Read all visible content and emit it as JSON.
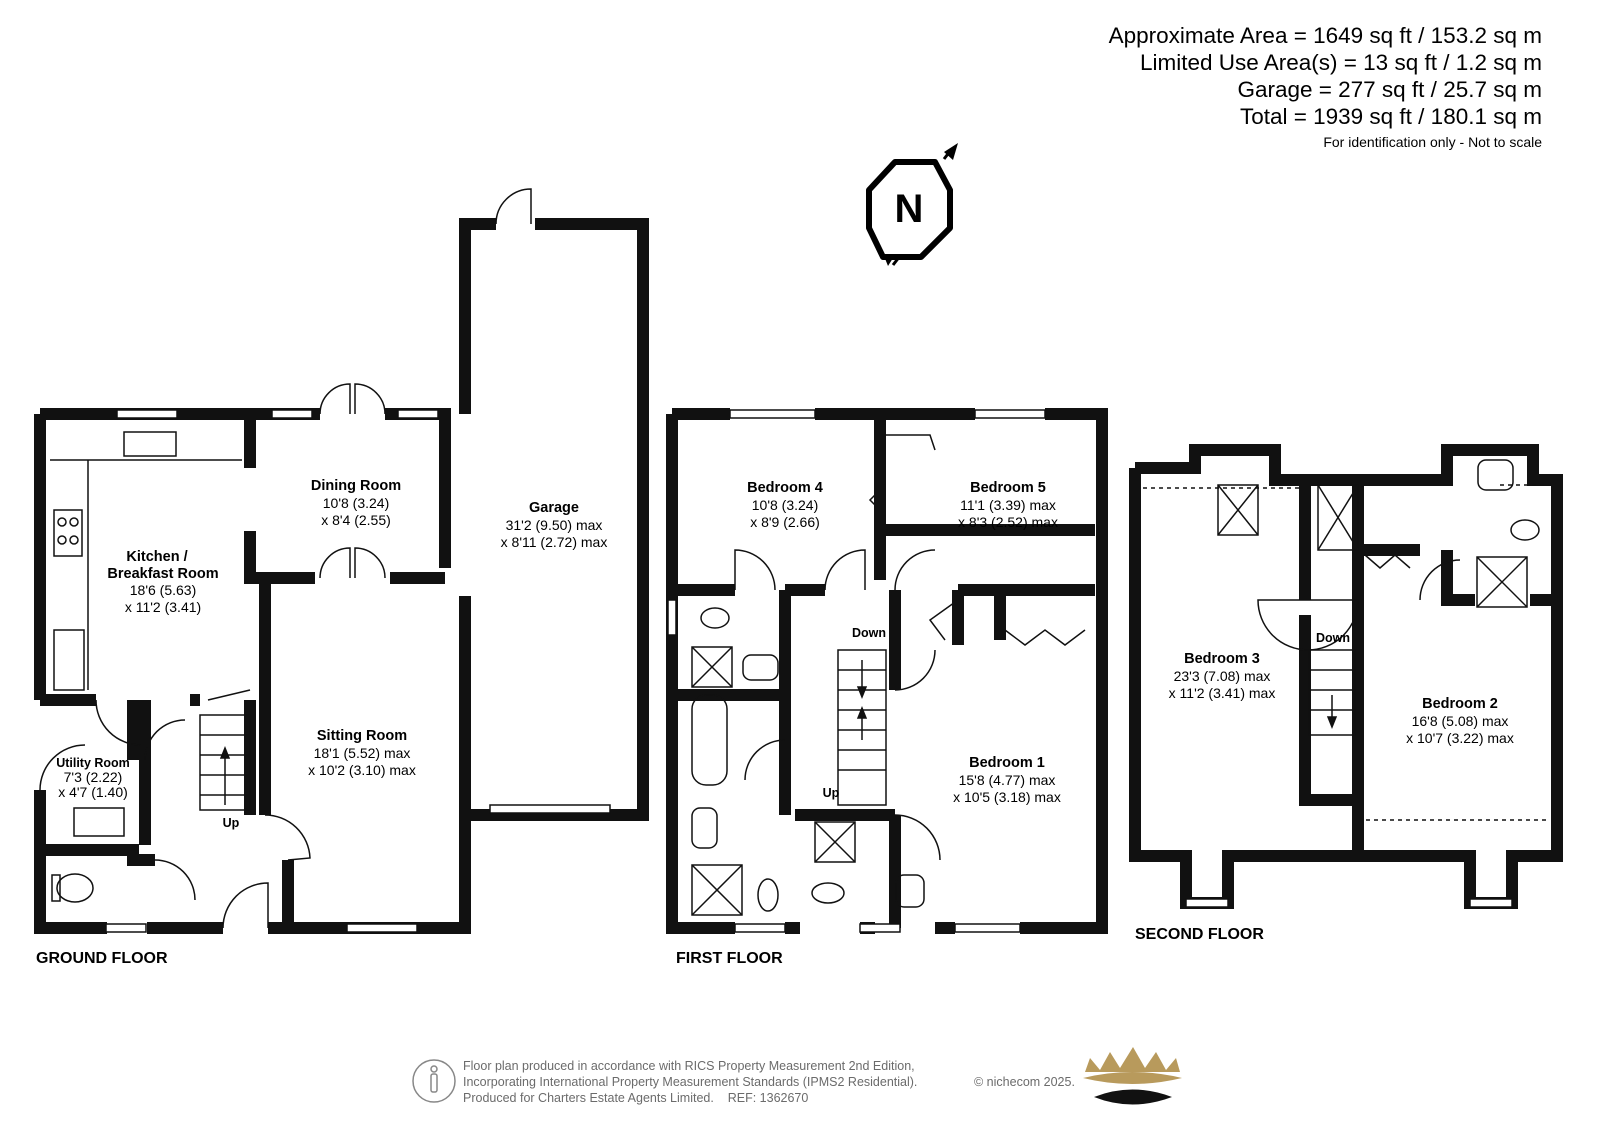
{
  "summary": {
    "lines": [
      "Approximate Area = 1649 sq ft / 153.2 sq m",
      "Limited Use Area(s) = 13 sq ft / 1.2 sq m",
      "Garage = 277 sq ft / 25.7 sq m",
      "Total = 1939 sq ft / 180.1 sq m"
    ],
    "note": "For identification only - Not to scale"
  },
  "compass": {
    "letter": "N"
  },
  "floors": {
    "ground": "GROUND FLOOR",
    "first": "FIRST FLOOR",
    "second": "SECOND FLOOR"
  },
  "rooms": {
    "kitchen": {
      "name1": "Kitchen /",
      "name2": "Breakfast Room",
      "dim1": "18'6 (5.63)",
      "dim2": "x 11'2 (3.41)"
    },
    "dining": {
      "name": "Dining Room",
      "dim1": "10'8 (3.24)",
      "dim2": "x 8'4 (2.55)"
    },
    "garage": {
      "name": "Garage",
      "dim1": "31'2 (9.50) max",
      "dim2": "x 8'11 (2.72) max"
    },
    "sitting": {
      "name": "Sitting Room",
      "dim1": "18'1 (5.52) max",
      "dim2": "x 10'2 (3.10) max"
    },
    "utility": {
      "name": "Utility Room",
      "dim1": "7'3 (2.22)",
      "dim2": "x 4'7 (1.40)"
    },
    "bed4": {
      "name": "Bedroom 4",
      "dim1": "10'8 (3.24)",
      "dim2": "x 8'9 (2.66)"
    },
    "bed5": {
      "name": "Bedroom 5",
      "dim1": "11'1 (3.39) max",
      "dim2": "x 8'3 (2.52) max"
    },
    "bed1": {
      "name": "Bedroom 1",
      "dim1": "15'8 (4.77) max",
      "dim2": "x 10'5 (3.18) max"
    },
    "bed3": {
      "name": "Bedroom 3",
      "dim1": "23'3 (7.08) max",
      "dim2": "x 11'2 (3.41) max"
    },
    "bed2": {
      "name": "Bedroom 2",
      "dim1": "16'8 (5.08) max",
      "dim2": "x 10'7 (3.22) max"
    }
  },
  "stairs": {
    "up": "Up",
    "down": "Down"
  },
  "footer": {
    "lines": [
      "Floor plan produced in accordance with RICS Property Measurement 2nd Edition,",
      "Incorporating International Property Measurement Standards (IPMS2 Residential).",
      "Produced for Charters Estate Agents Limited.    REF: 1362670"
    ],
    "copyright": "© nichecom 2025."
  },
  "colors": {
    "wall": "#111111",
    "logo_gold": "#b89a5c",
    "footer_grey": "#6b6b6b"
  }
}
